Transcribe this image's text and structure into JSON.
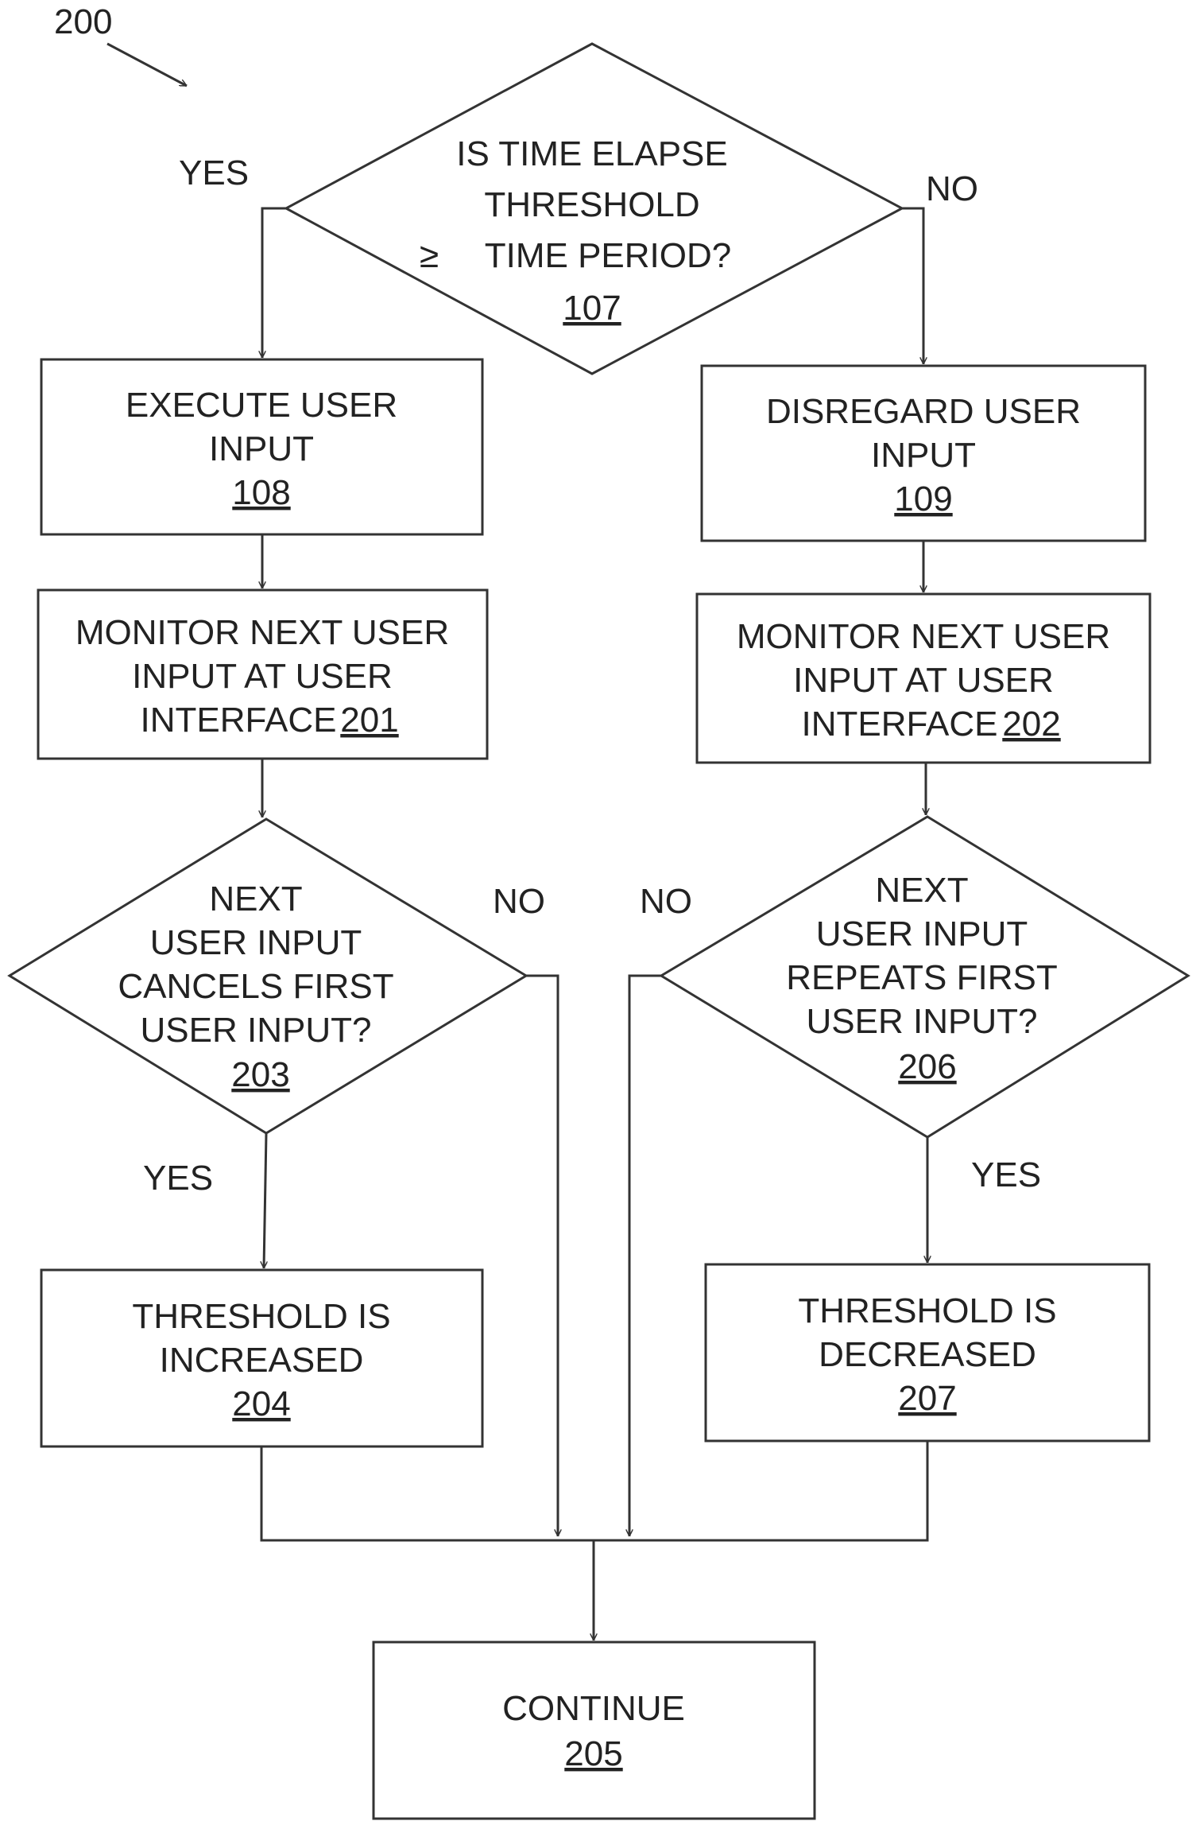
{
  "figure_label": "200",
  "nodes": {
    "d107": {
      "lines": [
        "IS TIME ELAPSE",
        "THRESHOLD",
        "TIME PERIOD?"
      ],
      "symbol": "≥",
      "ref": "107"
    },
    "b108": {
      "lines": [
        "EXECUTE USER",
        "INPUT"
      ],
      "ref": "108"
    },
    "b109": {
      "lines": [
        "DISREGARD USER",
        "INPUT"
      ],
      "ref": "109"
    },
    "b201": {
      "lines": [
        "MONITOR NEXT USER",
        "INPUT AT USER",
        "INTERFACE"
      ],
      "ref": "201"
    },
    "b202": {
      "lines": [
        "MONITOR NEXT USER",
        "INPUT AT USER",
        "INTERFACE"
      ],
      "ref": "202"
    },
    "d203": {
      "lines": [
        "NEXT",
        "USER INPUT",
        "CANCELS FIRST",
        "USER INPUT?"
      ],
      "ref": "203"
    },
    "d206": {
      "lines": [
        "NEXT",
        "USER INPUT",
        "REPEATS FIRST",
        "USER INPUT?"
      ],
      "ref": "206"
    },
    "b204": {
      "lines": [
        "THRESHOLD IS",
        "INCREASED"
      ],
      "ref": "204"
    },
    "b207": {
      "lines": [
        "THRESHOLD IS",
        "DECREASED"
      ],
      "ref": "207"
    },
    "b205": {
      "lines": [
        "CONTINUE"
      ],
      "ref": "205"
    }
  },
  "edge_labels": {
    "d107_yes": "YES",
    "d107_no": "NO",
    "d203_yes": "YES",
    "d203_no": "NO",
    "d206_yes": "YES",
    "d206_no": "NO"
  }
}
